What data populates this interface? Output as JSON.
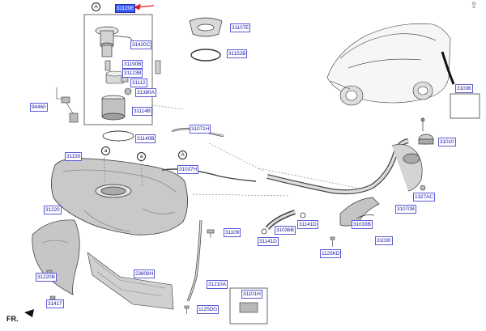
{
  "nav": {
    "arrow": "⇧"
  },
  "orientation": "FR.",
  "callouts": {
    "a": "a",
    "A": "A"
  },
  "labels": {
    "p31120": "31120E",
    "p31420": "31420C",
    "p31190": "31190B",
    "p31123": "31123B",
    "p31112": "31112",
    "p31380": "31380A",
    "p31114": "31114B",
    "p94460": "94460",
    "p31107": "31107E",
    "p31152": "31152B",
    "p31140": "31140B",
    "p31150": "31150",
    "p31071": "31071H",
    "p31037": "31037H",
    "p31010": "31010",
    "p31036top": "31036",
    "p1327": "1327AC",
    "p31070": "31070B",
    "p31033": "31033B",
    "p31030": "31030",
    "p1125kd": "1125KD",
    "p31141a": "31141D",
    "p31036b": "31036B",
    "p31141b": "31141D",
    "p31220": "31220",
    "p31220b": "31220B",
    "p31417": "31417",
    "p23808": "23808H",
    "p31109": "31109",
    "p31210": "31210A",
    "p1125dg": "1125DG",
    "p31101": "31101H"
  }
}
